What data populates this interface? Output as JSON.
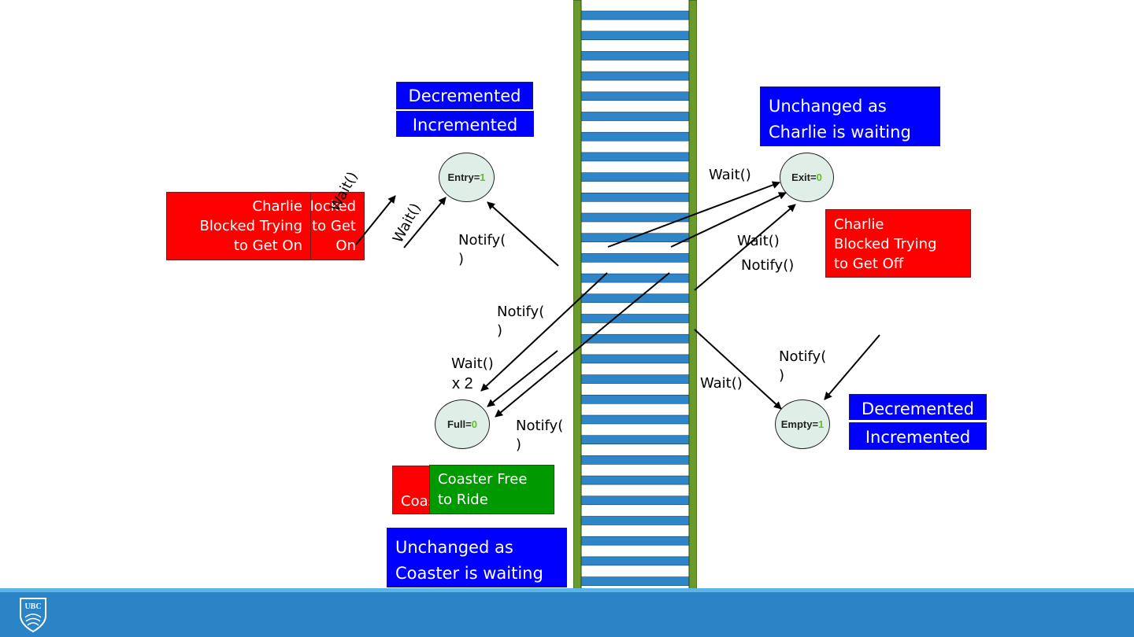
{
  "boxes": {
    "entry_decremented": "Decremented",
    "entry_incremented": "Incremented",
    "exit_unchanged": "Unchanged as\nCharlie is waiting",
    "charlie_on_front": "Charlie\nBlocked Trying\nto Get On",
    "charlie_on_back": "Charlie Blocked\nTrying to Get\nOn",
    "charlie_off": "Charlie\nBlocked Trying\nto Get Off",
    "empty_decremented": "Decremented",
    "empty_incremented": "Incremented",
    "coaster_blocked": "Coaster blocked\ntrying to ride",
    "coaster_free": "Coaster Free\nto Ride",
    "coaster_unchanged": "Unchanged as\nCoaster is waiting"
  },
  "nodes": {
    "entry": {
      "label": "Entry=",
      "value": "1"
    },
    "exit": {
      "label": "Exit=",
      "value": "0"
    },
    "full": {
      "label": "Full=",
      "value": "0"
    },
    "empty": {
      "label": "Empty=",
      "value": "1"
    }
  },
  "labels": {
    "wait_entry_1": "Wait()",
    "wait_entry_2": "Wait()",
    "notify_entry": "Notify(\n)",
    "wait_exit_top": "Wait()",
    "wait_exit_mid": "Wait()",
    "notify_exit": "Notify()",
    "notify_full_top": "Notify(\n)",
    "wait_full": "Wait()",
    "wait_full_x2": "x 2",
    "notify_full_bottom": "Notify(\n)",
    "notify_empty": "Notify(\n)",
    "wait_empty": "Wait()"
  },
  "colors": {
    "blue_box": "#0000ff",
    "red_box": "#ff0000",
    "green_box": "#009900",
    "node_fill": "#dfeee6",
    "node_value": "#66bb33",
    "track_rail": "#6a9a2a",
    "track_tie": "#2e86c8",
    "footer": "#2a84c6"
  },
  "footer": {
    "logo_text": "UBC"
  }
}
